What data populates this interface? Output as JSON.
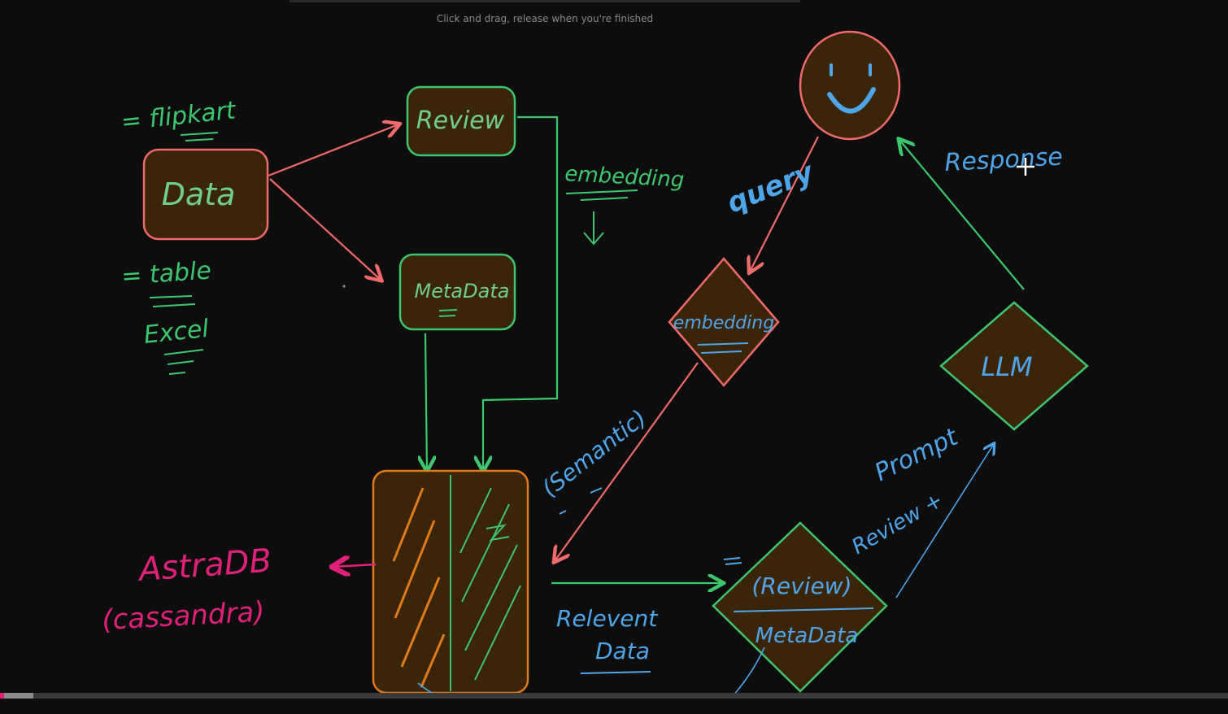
{
  "hint": "Click and drag, release when you're finished",
  "colors": {
    "background": "#0d0d0d",
    "box_fill": "#3b2508",
    "red": "#f26b6b",
    "green": "#3cc76e",
    "blue": "#4ea6e8",
    "orange": "#e07a1a",
    "magenta": "#e0217a",
    "ink_green": "#6fd08a"
  },
  "diagram": {
    "data_box": "Data",
    "review_box": "Review",
    "metadata_box": "MetaData",
    "embedding_diamond": "embedding",
    "llm_diamond": "LLM",
    "review_meta_top": "(Review)",
    "review_meta_bottom": "MetaData",
    "flipkart_note": "= flipkart",
    "table_note": "= table",
    "excel_note": "Excel",
    "embedding_note": "embedding",
    "query_label": "query",
    "response_label": "Response",
    "semantic_label": "(Semantic)",
    "relevant_label_1": "Relevent",
    "relevant_label_2": "Data",
    "prompt_label": "Prompt",
    "review_plus_label": "Review +",
    "astra_label": "AstraDB",
    "cassandra_label": "(cassandra)"
  },
  "video": {
    "progress": 0.027
  }
}
